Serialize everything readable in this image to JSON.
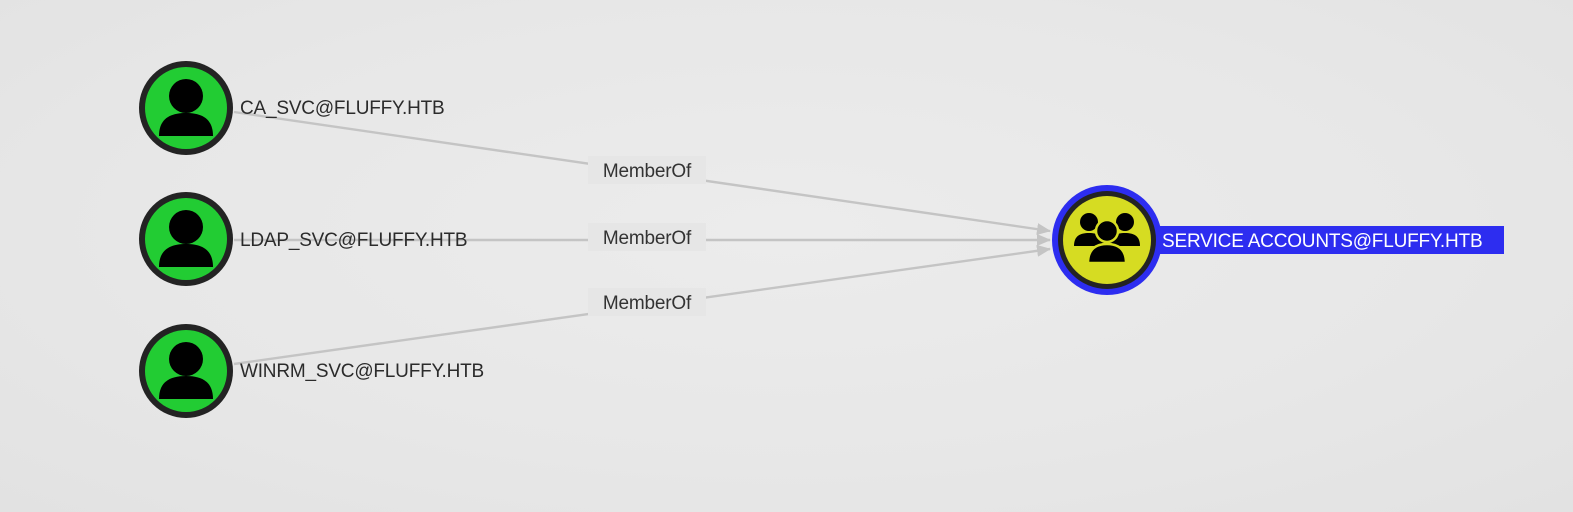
{
  "graph": {
    "nodes": [
      {
        "id": "ca_svc",
        "label": "CA_SVC@FLUFFY.HTB",
        "kind": "user",
        "icon": "user-icon",
        "color": "#22cc33"
      },
      {
        "id": "ldap_svc",
        "label": "LDAP_SVC@FLUFFY.HTB",
        "kind": "user",
        "icon": "user-icon",
        "color": "#22cc33"
      },
      {
        "id": "winrm_svc",
        "label": "WINRM_SVC@FLUFFY.HTB",
        "kind": "user",
        "icon": "user-icon",
        "color": "#22cc33"
      },
      {
        "id": "service_accounts",
        "label": "SERVICE ACCOUNTS@FLUFFY.HTB",
        "kind": "group",
        "icon": "group-icon",
        "color": "#d6dc22",
        "selected": true,
        "highlight_color": "#2d2df0"
      }
    ],
    "edges": [
      {
        "from": "ca_svc",
        "to": "service_accounts",
        "label": "MemberOf"
      },
      {
        "from": "ldap_svc",
        "to": "service_accounts",
        "label": "MemberOf"
      },
      {
        "from": "winrm_svc",
        "to": "service_accounts",
        "label": "MemberOf"
      }
    ]
  }
}
